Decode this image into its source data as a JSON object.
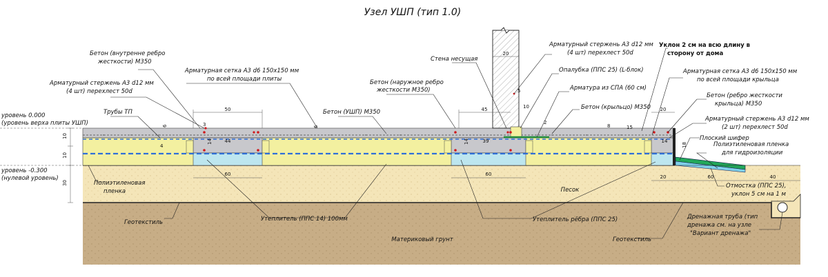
{
  "title": "Узел УШП  (тип 1.0)",
  "levels": {
    "top_1": "уровень 0.000",
    "top_2": "(уровень верха плиты УШП)",
    "zero_1": "уровень -0.300",
    "zero_2": "(нулевой уровень)"
  },
  "labels": {
    "rib_inner_1": "Бетон (внутренне ребро",
    "rib_inner_2": "жесткости) М350",
    "rebar_d12_l1": "Арматурный стержень А3 d12 мм",
    "rebar_d12_l2": "(4 шт) перехлест 50d",
    "mesh_l1": "Арматурная сетка А3 d6 150х150 мм",
    "mesh_l2": "по всей площади плиты",
    "pipes_tp": "Трубы ТП",
    "rib_outer_1": "Бетон (наружное ребро",
    "rib_outer_2": "жесткости М350)",
    "concrete_ushp": "Бетон (УШП) М350",
    "wall": "Стена несущая",
    "rebar_r1": "Арматурный стержень А3 d12 мм",
    "rebar_r2": "(4 шт) перехлест 50d",
    "formwork": "Опалубка (ППС 25) (L-блок)",
    "spa_rebar": "Арматура из СПА (60 см)",
    "slope_1": "Уклон 2 см на всю длину в",
    "slope_2": "сторону от дома",
    "mesh_porch_1": "Арматурная сетка А3 d6 150х150 мм",
    "mesh_porch_2": "по всей площади крыльца",
    "porch_rib_1": "Бетон (ребро жесткости",
    "porch_rib_2": "крыльца) М350",
    "porch_concrete": "Бетон (крыльцо) М350",
    "porch_rebar_1": "Арматурный стержень А3 d12 мм",
    "porch_rebar_2": "(2 шт) перехлест 50d",
    "slate": "Плоский шифер",
    "pe_film_r1": "Полиэтиленовая пленка",
    "pe_film_r2": "для гидроизоляции",
    "pe_film_l1": "Полиэтиленовая",
    "pe_film_l2": "пленка",
    "sand": "Песок",
    "geotextile_l": "Геотекстиль",
    "insul_100": "Утеплитель (ППС 14) 100мм",
    "insul_ribs": "Утеплитель рёбра (ППС 25)",
    "blind_area_1": "Отмостка (ППС 25),",
    "blind_area_2": "уклон 5 см на 1 м",
    "drain_1": "Дренажная труба (тип",
    "drain_2": "дренажа см. на узле",
    "drain_3": "\"Вариант дренажа\"",
    "geotextile_r": "Геотекстиль",
    "ground": "Материковый грунт"
  },
  "dims": {
    "d50": "50",
    "d45": "45",
    "d20_wall": "20",
    "d20_porch": "20",
    "d60a": "60",
    "d60b": "60",
    "d60c": "60",
    "d20_b": "20",
    "d40": "40",
    "d44": "44",
    "d39": "39",
    "d14a": "14",
    "d14b": "14",
    "d14c": "14",
    "d10a": "10",
    "d10b": "10",
    "d30": "30",
    "d6a": "6",
    "d6b": "6",
    "d3": "3",
    "d4": "4",
    "d5": "5",
    "d10w": "10",
    "d8": "8",
    "d15": "15",
    "d2": "2",
    "d18": "18"
  },
  "colors": {
    "concrete": "#c8c8cc",
    "insulation": "#f3f0a0",
    "insulation_rib": "#bde6ef",
    "sand": "#f4e5b8",
    "ground": "#c7ad86",
    "wall": "#ffffff",
    "dashed_blue": "#2f6fd8",
    "rebar_red": "#d0181c",
    "spa_green": "#1f8b3a"
  }
}
